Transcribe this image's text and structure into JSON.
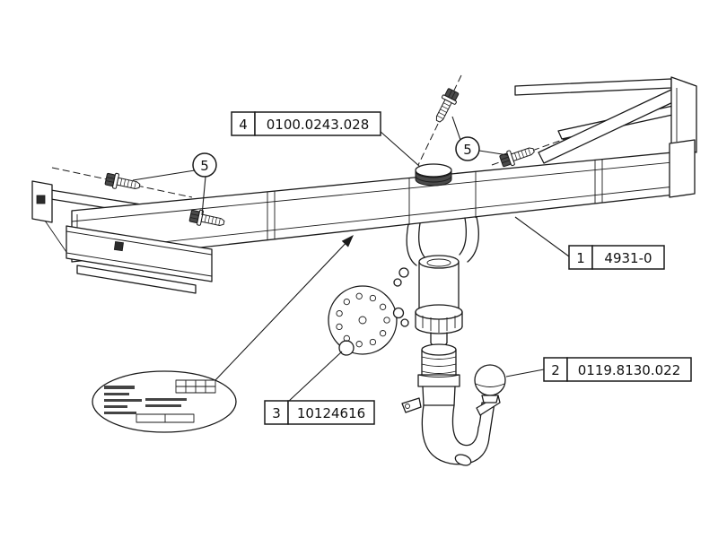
{
  "diagram": {
    "colors": {
      "line": "#1a1a1a",
      "background": "#ffffff",
      "dark_fill": "#4a4a4a"
    },
    "callouts": {
      "item1": {
        "number": "1",
        "code": "4931-0"
      },
      "item2": {
        "number": "2",
        "code": "0119.8130.022"
      },
      "item3": {
        "number": "3",
        "code": "10124616"
      },
      "item4": {
        "number": "4",
        "code": "0100.0243.028"
      },
      "item5a": {
        "number": "5"
      },
      "item5b": {
        "number": "5"
      }
    }
  }
}
